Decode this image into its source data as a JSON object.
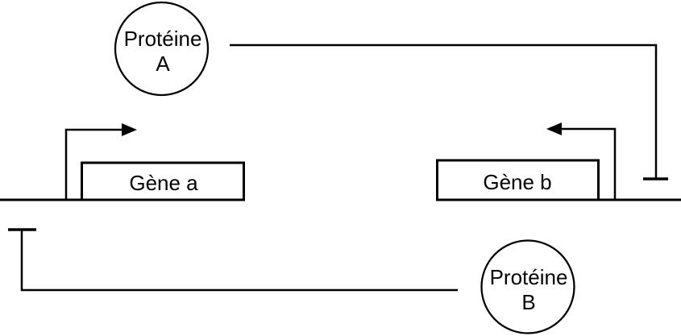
{
  "diagram": {
    "type": "gene-regulation-network",
    "colors": {
      "line": "#000000",
      "background": "#ffffff",
      "box_fill": "#ffffff",
      "text": "#000000"
    },
    "nodes": {
      "protein_a": {
        "line1": "Protéine",
        "line2": "A"
      },
      "protein_b": {
        "line1": "Protéine",
        "line2": "B"
      },
      "gene_a": {
        "label": "Gène a"
      },
      "gene_b": {
        "label": "Gène b"
      }
    },
    "icons": {
      "promoter_gene_a": "transcription-start-arrow-right",
      "promoter_gene_b": "transcription-start-arrow-left",
      "inhibitor_from_protein_a": "t-bar-inhibition-symbol",
      "inhibitor_from_protein_b": "t-bar-inhibition-symbol"
    }
  }
}
